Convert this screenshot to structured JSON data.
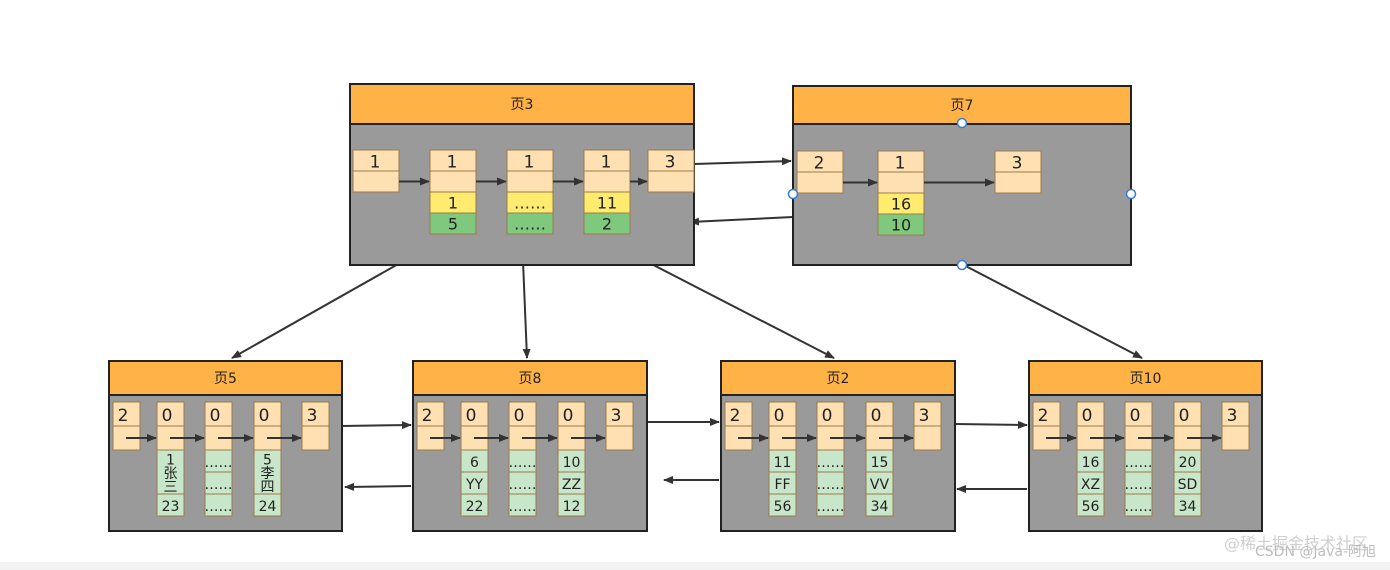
{
  "pages": [
    {
      "id": "p3",
      "title": "页3",
      "rows": [
        {
          "key": "1",
          "ext": []
        },
        {
          "key": "1",
          "ext": [
            {
              "text": "1",
              "color": "yellow"
            },
            {
              "text": "5",
              "color": "green"
            }
          ]
        },
        {
          "key": "1",
          "ext": [
            {
              "text": "……",
              "color": "yellow"
            },
            {
              "text": "……",
              "color": "green"
            }
          ]
        },
        {
          "key": "1",
          "ext": [
            {
              "text": "11",
              "color": "yellow"
            },
            {
              "text": "2",
              "color": "green"
            }
          ]
        },
        {
          "key": "3",
          "ext": []
        }
      ]
    },
    {
      "id": "p7",
      "title": "页7",
      "rows": [
        {
          "key": "2",
          "ext": []
        },
        {
          "key": "1",
          "ext": [
            {
              "text": "16",
              "color": "yellow"
            },
            {
              "text": "10",
              "color": "green"
            }
          ]
        },
        {
          "key": "3",
          "ext": []
        }
      ]
    },
    {
      "id": "p5",
      "title": "页5",
      "rows": [
        {
          "key": "2",
          "ext": []
        },
        {
          "key": "0",
          "ext": [
            {
              "text": "1\n张\n三",
              "color": "green"
            },
            {
              "text": "23",
              "color": "green"
            }
          ]
        },
        {
          "key": "0",
          "ext": [
            {
              "text": "……",
              "color": "green"
            },
            {
              "text": "……",
              "color": "green"
            },
            {
              "text": "……",
              "color": "green"
            }
          ]
        },
        {
          "key": "0",
          "ext": [
            {
              "text": "5\n李\n四",
              "color": "green"
            },
            {
              "text": "24",
              "color": "green"
            }
          ]
        },
        {
          "key": "3",
          "ext": []
        }
      ]
    },
    {
      "id": "p8",
      "title": "页8",
      "rows": [
        {
          "key": "2",
          "ext": []
        },
        {
          "key": "0",
          "ext": [
            {
              "text": "6",
              "color": "green"
            },
            {
              "text": "YY",
              "color": "green"
            },
            {
              "text": "22",
              "color": "green"
            }
          ]
        },
        {
          "key": "0",
          "ext": [
            {
              "text": "……",
              "color": "green"
            },
            {
              "text": "……",
              "color": "green"
            },
            {
              "text": "……",
              "color": "green"
            }
          ]
        },
        {
          "key": "0",
          "ext": [
            {
              "text": "10",
              "color": "green"
            },
            {
              "text": "ZZ",
              "color": "green"
            },
            {
              "text": "12",
              "color": "green"
            }
          ]
        },
        {
          "key": "3",
          "ext": []
        }
      ]
    },
    {
      "id": "p2",
      "title": "页2",
      "rows": [
        {
          "key": "2",
          "ext": []
        },
        {
          "key": "0",
          "ext": [
            {
              "text": "11",
              "color": "green"
            },
            {
              "text": "FF",
              "color": "green"
            },
            {
              "text": "56",
              "color": "green"
            }
          ]
        },
        {
          "key": "0",
          "ext": [
            {
              "text": "……",
              "color": "green"
            },
            {
              "text": "……",
              "color": "green"
            },
            {
              "text": "……",
              "color": "green"
            }
          ]
        },
        {
          "key": "0",
          "ext": [
            {
              "text": "15",
              "color": "green"
            },
            {
              "text": "VV",
              "color": "green"
            },
            {
              "text": "34",
              "color": "green"
            }
          ]
        },
        {
          "key": "3",
          "ext": []
        }
      ]
    },
    {
      "id": "p10",
      "title": "页10",
      "rows": [
        {
          "key": "2",
          "ext": []
        },
        {
          "key": "0",
          "ext": [
            {
              "text": "16",
              "color": "green"
            },
            {
              "text": "XZ",
              "color": "green"
            },
            {
              "text": "56",
              "color": "green"
            }
          ]
        },
        {
          "key": "0",
          "ext": [
            {
              "text": "……",
              "color": "green"
            },
            {
              "text": "……",
              "color": "green"
            },
            {
              "text": "……",
              "color": "green"
            }
          ]
        },
        {
          "key": "0",
          "ext": [
            {
              "text": "20",
              "color": "green"
            },
            {
              "text": "SD",
              "color": "green"
            },
            {
              "text": "34",
              "color": "green"
            }
          ]
        },
        {
          "key": "3",
          "ext": []
        }
      ]
    }
  ],
  "colors": {
    "header": "#ffb347",
    "body": "#9a9a9a",
    "cell": "#ffe0b3",
    "cellBorder": "#9b7b4b",
    "yellow": "#ffec6e",
    "green": "#c8e6c9",
    "greenDark": "#7fc97f",
    "edge": "#333333",
    "handle": "#3a7bd5"
  },
  "watermark": {
    "line1": "@稀土掘金技术社区",
    "line2": "CSDN @Java-阿旭"
  }
}
